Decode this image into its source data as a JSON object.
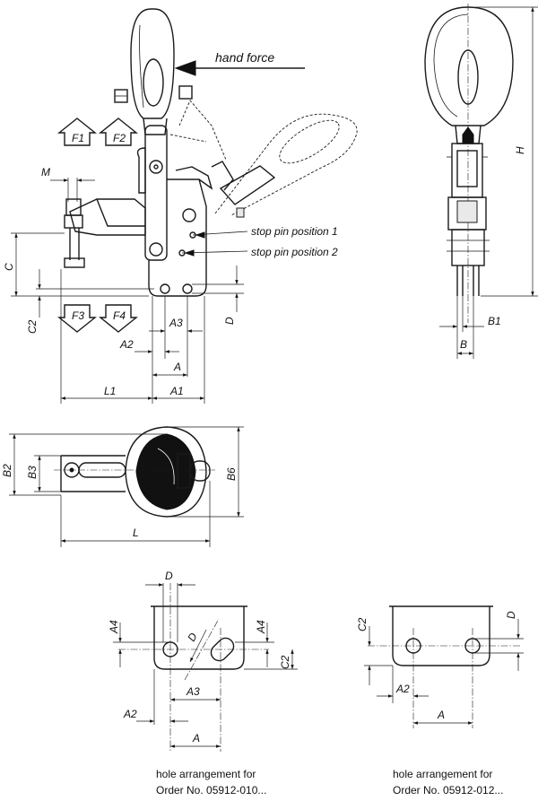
{
  "labels": {
    "hand_force": "hand force",
    "stop_pin_1": "stop pin position 1",
    "stop_pin_2": "stop pin position 2",
    "F1": "F1",
    "F2": "F2",
    "F3": "F3",
    "F4": "F4",
    "M": "M",
    "C": "C",
    "C2": "C2",
    "D": "D",
    "A": "A",
    "A1": "A1",
    "A2": "A2",
    "A3": "A3",
    "A4": "A4",
    "L": "L",
    "L1": "L1",
    "B": "B",
    "B1": "B1",
    "B2": "B2",
    "B3": "B3",
    "B6": "B6",
    "H": "H"
  },
  "captions": {
    "left_line1": "hole arrangement for",
    "left_line2": "Order No. 05912-010...",
    "right_line1": "hole arrangement for",
    "right_line2": "Order No. 05912-012..."
  }
}
